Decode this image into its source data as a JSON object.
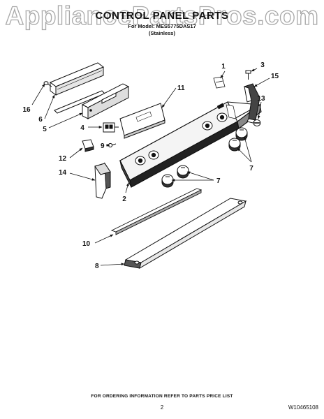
{
  "watermark": "AppliancePartsPros.com",
  "header": {
    "title": "CONTROL PANEL PARTS",
    "model_line": "For Model: MES5775DAS17",
    "finish": "(Stainless)"
  },
  "callouts": {
    "c1": "1",
    "c2": "2",
    "c3": "3",
    "c4": "4",
    "c5": "5",
    "c6": "6",
    "c7a": "7",
    "c7b": "7",
    "c8": "8",
    "c9": "9",
    "c10": "10",
    "c11": "11",
    "c12": "12",
    "c13": "13",
    "c14": "14",
    "c15": "15",
    "c16": "16"
  },
  "footer": {
    "ordering_info": "FOR ORDERING INFORMATION REFER TO PARTS PRICE LIST",
    "page_number": "2",
    "document_number": "W10465108"
  }
}
